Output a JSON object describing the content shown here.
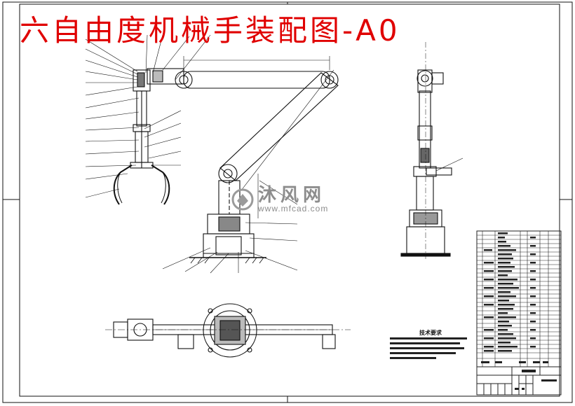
{
  "title": "六自由度机械手装配图-A0",
  "watermark": {
    "brand_cn": "沐风网",
    "url": "www.mfcad.com"
  },
  "tech_requirements_title": "技术要求",
  "colors": {
    "title_red": "#e00000",
    "line": "#111111",
    "watermark": "#8d8d8d"
  }
}
